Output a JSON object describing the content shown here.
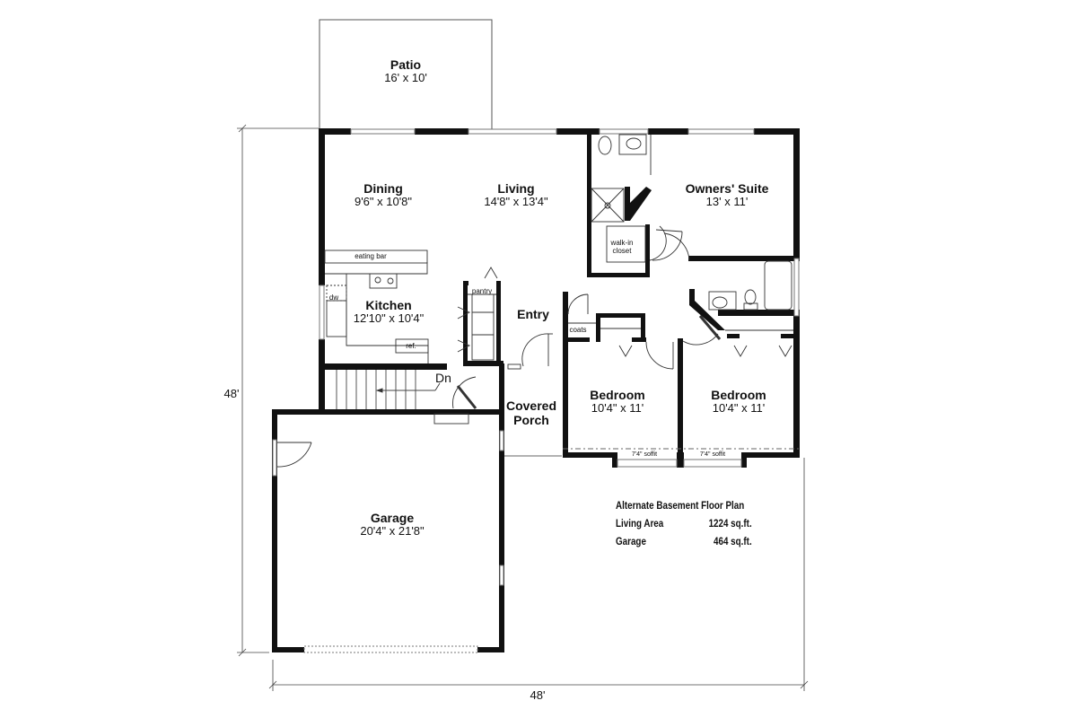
{
  "plan": {
    "rooms": [
      {
        "id": "patio",
        "name": "Patio",
        "dims": "16' x 10'"
      },
      {
        "id": "dining",
        "name": "Dining",
        "dims": "9'6\" x 10'8\""
      },
      {
        "id": "living",
        "name": "Living",
        "dims": "14'8\" x 13'4\""
      },
      {
        "id": "owners_suite",
        "name": "Owners' Suite",
        "dims": "13' x 11'"
      },
      {
        "id": "kitchen",
        "name": "Kitchen",
        "dims": "12'10\" x 10'4\""
      },
      {
        "id": "entry",
        "name": "Entry",
        "dims": ""
      },
      {
        "id": "covered_porch",
        "name": "Covered Porch",
        "dims": ""
      },
      {
        "id": "bedroom_1",
        "name": "Bedroom",
        "dims": "10'4\" x 11'"
      },
      {
        "id": "bedroom_2",
        "name": "Bedroom",
        "dims": "10'4\" x 11'"
      },
      {
        "id": "garage",
        "name": "Garage",
        "dims": "20'4\" x 21'8\""
      }
    ],
    "annotations": {
      "eating_bar": "eating bar",
      "dw": "dw",
      "ref": "ref.",
      "pantry": "pantry",
      "coats": "coats",
      "walk_in_closet_line1": "walk-in",
      "walk_in_closet_line2": "closet",
      "stairs_down": "Dn",
      "soffit_1": "7'4\" soffit",
      "soffit_2": "7'4\" soffit"
    },
    "dimensions": {
      "overall_depth": "48'",
      "overall_width": "48'"
    },
    "summary": {
      "title": "Alternate Basement Floor Plan",
      "rows": [
        {
          "label": "Living Area",
          "value": "1224 sq.ft."
        },
        {
          "label": "Garage",
          "value": "464 sq.ft."
        }
      ]
    }
  }
}
